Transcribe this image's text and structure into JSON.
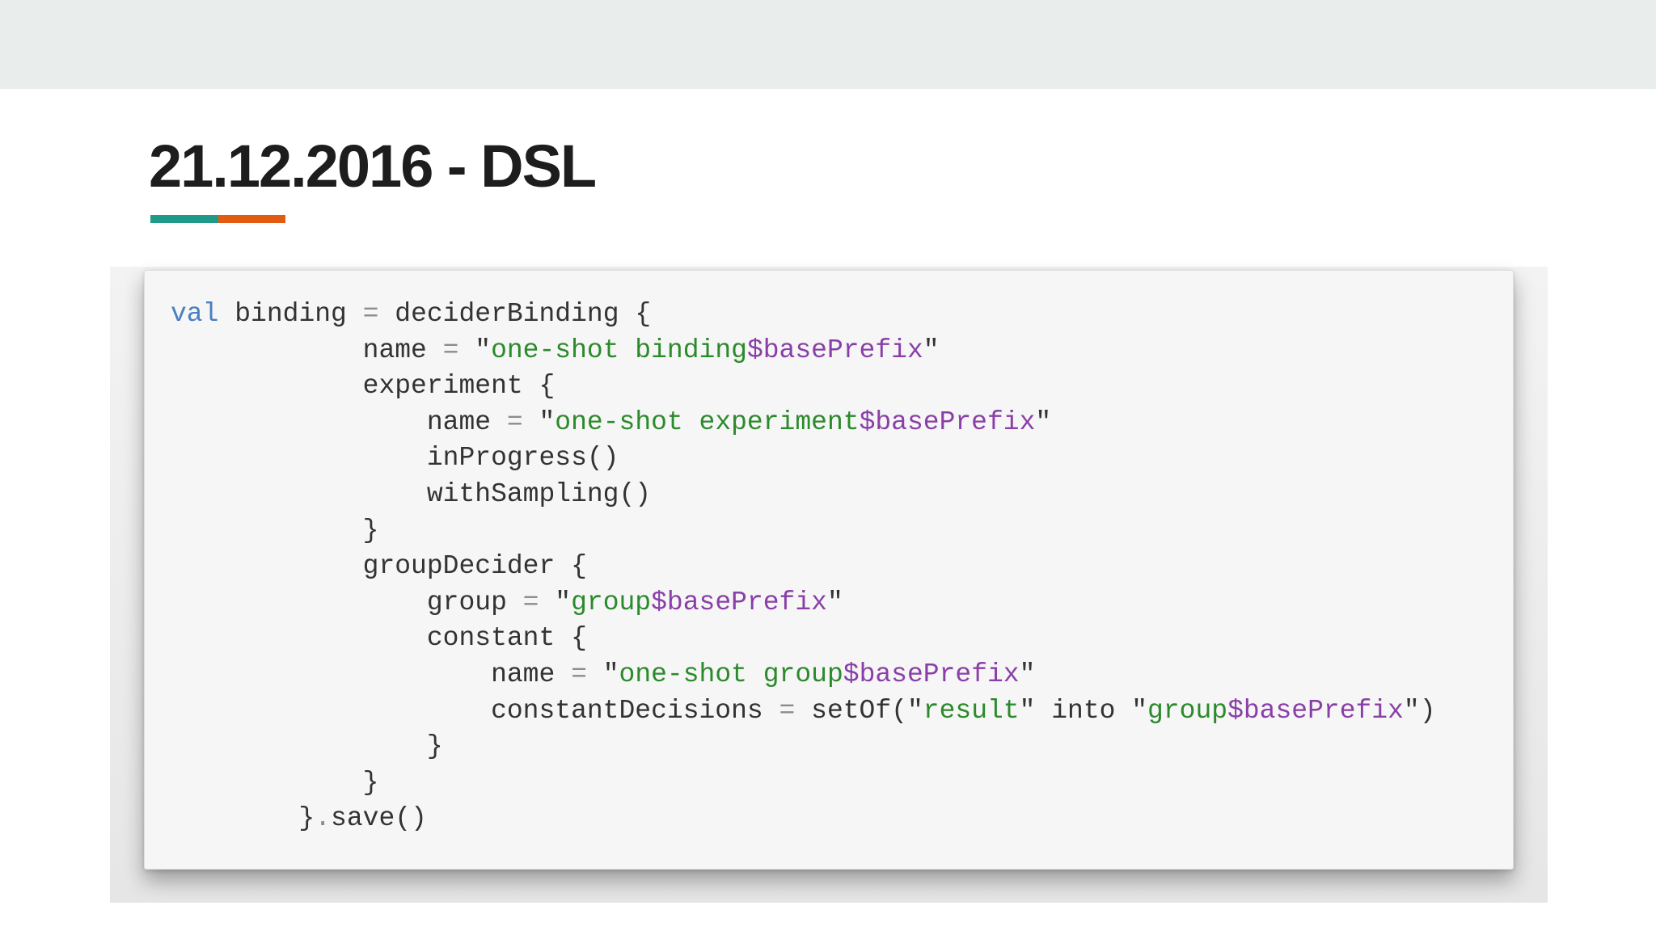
{
  "slide": {
    "title": "21.12.2016 - DSL"
  },
  "colors": {
    "top_band": "#e9eeec",
    "underline_left": "#1f9a8a",
    "underline_right": "#e35a12",
    "keyword": "#4a7fc1",
    "string": "#2b8a2b",
    "variable": "#8a3fa8",
    "text": "#333333"
  },
  "code": {
    "language": "kotlin",
    "lines": [
      [
        {
          "t": "kw",
          "v": "val"
        },
        {
          "t": "plain",
          "v": " binding "
        },
        {
          "t": "op",
          "v": "="
        },
        {
          "t": "plain",
          "v": " deciderBinding {"
        }
      ],
      [
        {
          "t": "plain",
          "v": "            name "
        },
        {
          "t": "op",
          "v": "="
        },
        {
          "t": "plain",
          "v": " \""
        },
        {
          "t": "str",
          "v": "one-shot binding"
        },
        {
          "t": "var",
          "v": "$basePrefix"
        },
        {
          "t": "plain",
          "v": "\""
        }
      ],
      [
        {
          "t": "plain",
          "v": "            experiment {"
        }
      ],
      [
        {
          "t": "plain",
          "v": "                name "
        },
        {
          "t": "op",
          "v": "="
        },
        {
          "t": "plain",
          "v": " \""
        },
        {
          "t": "str",
          "v": "one-shot experiment"
        },
        {
          "t": "var",
          "v": "$basePrefix"
        },
        {
          "t": "plain",
          "v": "\""
        }
      ],
      [
        {
          "t": "plain",
          "v": "                inProgress()"
        }
      ],
      [
        {
          "t": "plain",
          "v": "                withSampling()"
        }
      ],
      [
        {
          "t": "plain",
          "v": "            }"
        }
      ],
      [
        {
          "t": "plain",
          "v": "            groupDecider {"
        }
      ],
      [
        {
          "t": "plain",
          "v": "                group "
        },
        {
          "t": "op",
          "v": "="
        },
        {
          "t": "plain",
          "v": " \""
        },
        {
          "t": "str",
          "v": "group"
        },
        {
          "t": "var",
          "v": "$basePrefix"
        },
        {
          "t": "plain",
          "v": "\""
        }
      ],
      [
        {
          "t": "plain",
          "v": "                constant {"
        }
      ],
      [
        {
          "t": "plain",
          "v": "                    name "
        },
        {
          "t": "op",
          "v": "="
        },
        {
          "t": "plain",
          "v": " \""
        },
        {
          "t": "str",
          "v": "one-shot group"
        },
        {
          "t": "var",
          "v": "$basePrefix"
        },
        {
          "t": "plain",
          "v": "\""
        }
      ],
      [
        {
          "t": "plain",
          "v": "                    constantDecisions "
        },
        {
          "t": "op",
          "v": "="
        },
        {
          "t": "plain",
          "v": " setOf(\""
        },
        {
          "t": "str",
          "v": "result"
        },
        {
          "t": "plain",
          "v": "\" into \""
        },
        {
          "t": "str",
          "v": "group"
        },
        {
          "t": "var",
          "v": "$basePrefix"
        },
        {
          "t": "plain",
          "v": "\")"
        }
      ],
      [
        {
          "t": "plain",
          "v": "                }"
        }
      ],
      [
        {
          "t": "plain",
          "v": "            }"
        }
      ],
      [
        {
          "t": "plain",
          "v": "        }"
        },
        {
          "t": "op",
          "v": "."
        },
        {
          "t": "plain",
          "v": "save()"
        }
      ]
    ]
  }
}
